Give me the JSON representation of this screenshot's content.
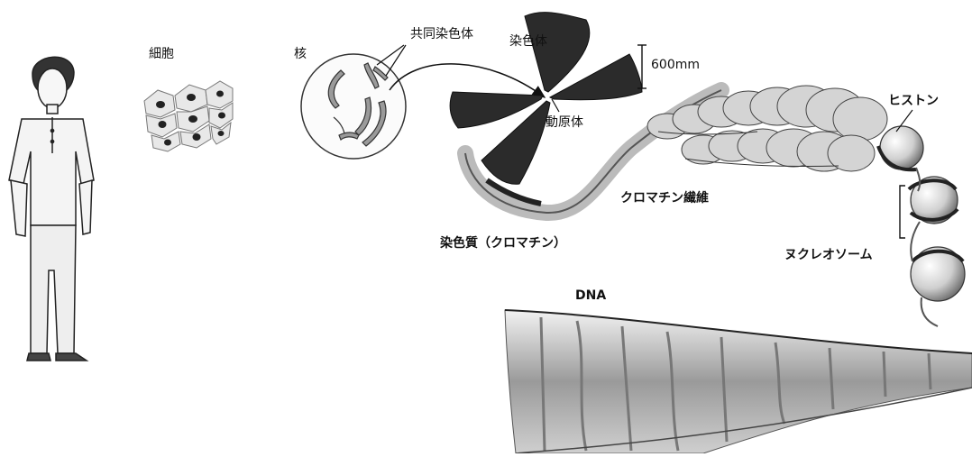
{
  "labels": {
    "cell": "細胞",
    "nucleus": "核",
    "homologous_chromosomes": "共同染色体",
    "chromosome": "染色体",
    "scale": "600mm",
    "centromere": "動原体",
    "histone": "ヒストン",
    "chromatin_fiber": "クロマチン繊維",
    "chromatin": "染色質（クロマチン）",
    "nucleosome": "ヌクレオソーム",
    "dna": "DNA"
  },
  "colors": {
    "ink": "#111111",
    "dark_fill": "#2b2b2b",
    "mid_gray": "#8a8a8a",
    "light_gray": "#d9d9d9"
  }
}
